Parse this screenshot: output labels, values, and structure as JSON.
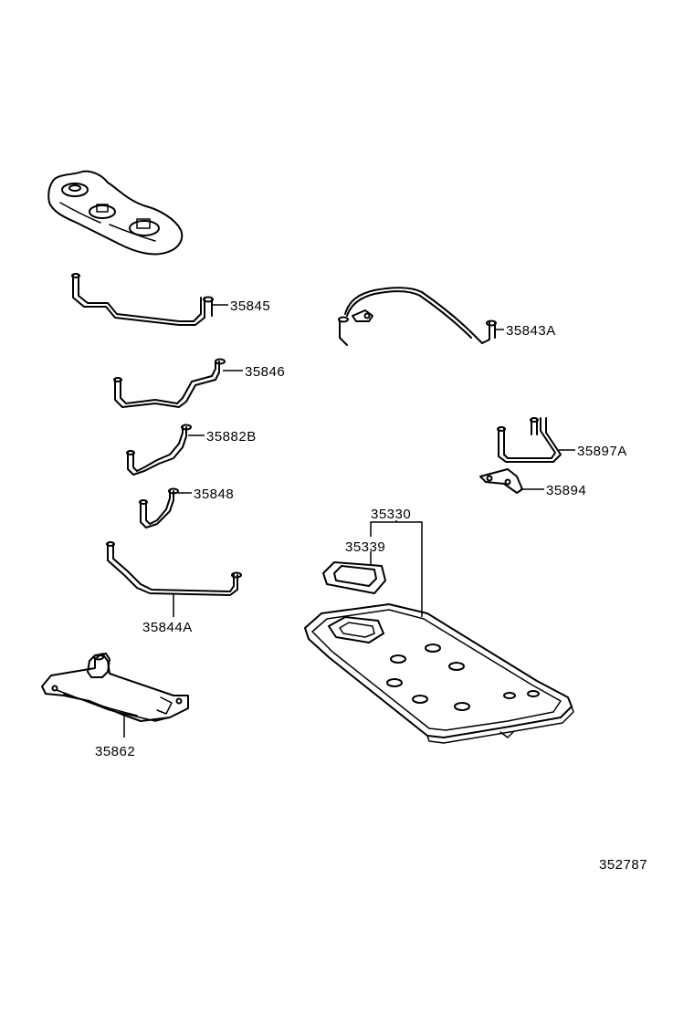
{
  "labels": {
    "p35845": "35845",
    "p35843A": "35843A",
    "p35846": "35846",
    "p35882B": "35882B",
    "p35897A": "35897A",
    "p35894": "35894",
    "p35848": "35848",
    "p35330": "35330",
    "p35339": "35339",
    "p35844A": "35844A",
    "p35862": "35862",
    "diagram_code": "352787"
  }
}
